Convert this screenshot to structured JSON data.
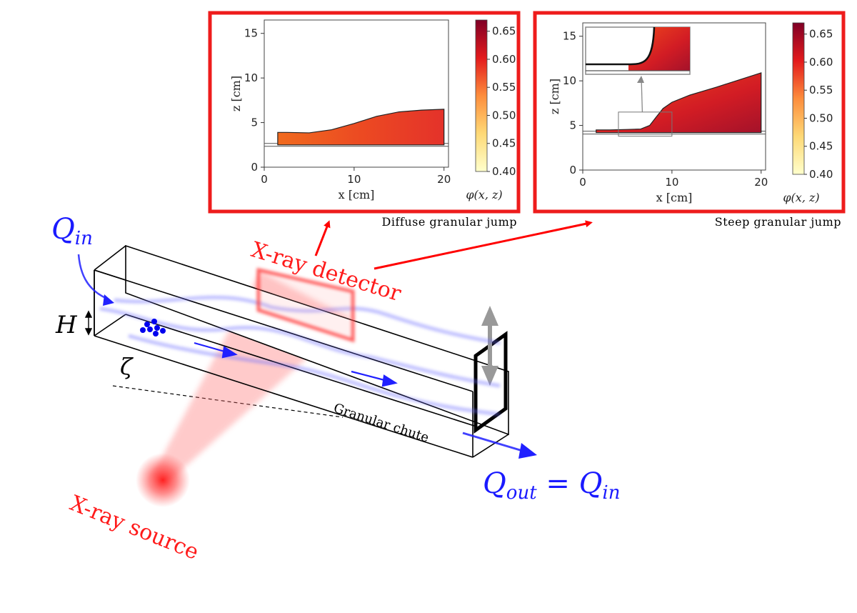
{
  "diagram": {
    "q_in_label": "Q",
    "q_in_sub": "in",
    "q_out_label": "Q",
    "q_out_sub": "out",
    "q_out_equals": " = Q",
    "q_out_rhs_sub": "in",
    "h_label": "H",
    "zeta_label": "ζ",
    "detector_label": "X-ray detector",
    "source_label": "X-ray source",
    "chute_label": "Granular chute",
    "accent_red": "#ff0000",
    "flow_blue": "#1a1aff"
  },
  "panels": {
    "left_caption": "Diffuse granular jump",
    "right_caption": "Steep granular jump",
    "colorbar_label": "φ(x, z)"
  },
  "chart_data": [
    {
      "type": "heatmap",
      "name": "diffuse",
      "xlabel": "x [cm]",
      "ylabel": "z [cm]",
      "xlim": [
        0,
        20.5
      ],
      "ylim": [
        0,
        16.5
      ],
      "xticks": [
        0,
        10,
        20
      ],
      "yticks": [
        0,
        5,
        10,
        15
      ],
      "base_level": 2.5,
      "surface": {
        "x": [
          1.5,
          2.5,
          5,
          7.5,
          10,
          12.5,
          15,
          17.5,
          20
        ],
        "z": [
          3.9,
          3.9,
          3.85,
          4.2,
          4.9,
          5.7,
          6.2,
          6.4,
          6.5
        ]
      },
      "colorbar": {
        "min": 0.4,
        "max": 0.67,
        "ticks": [
          "0.65",
          "0.60",
          "0.55",
          "0.50",
          "0.45",
          "0.40"
        ]
      }
    },
    {
      "type": "heatmap",
      "name": "steep",
      "xlabel": "x [cm]",
      "ylabel": "z [cm]",
      "xlim": [
        0,
        20.5
      ],
      "ylim": [
        0,
        16.5
      ],
      "xticks": [
        0,
        10,
        20
      ],
      "yticks": [
        0,
        5,
        10,
        15
      ],
      "base_level": 4.2,
      "surface": {
        "x": [
          1.5,
          3,
          5,
          6.5,
          7.5,
          8.2,
          9,
          10,
          12,
          15,
          17.5,
          20
        ],
        "z": [
          4.5,
          4.5,
          4.55,
          4.6,
          5.0,
          5.9,
          6.9,
          7.6,
          8.4,
          9.3,
          10.1,
          10.9
        ]
      },
      "colorbar": {
        "min": 0.4,
        "max": 0.67,
        "ticks": [
          "0.65",
          "0.60",
          "0.55",
          "0.50",
          "0.45",
          "0.40"
        ]
      }
    }
  ]
}
